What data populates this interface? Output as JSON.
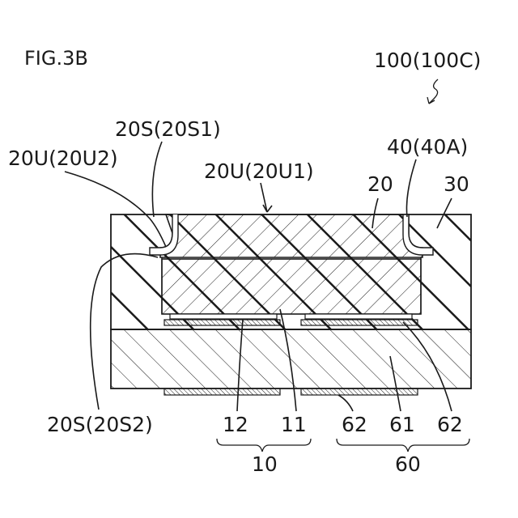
{
  "figure": {
    "title": "FIG.3B",
    "reference": "100(100C)"
  },
  "labels": {
    "s_20s1": "20S(20S1)",
    "u_20u2": "20U(20U2)",
    "u_20u1": "20U(20U1)",
    "part_40": "40(40A)",
    "part_20": "20",
    "part_30": "30",
    "s_20s2": "20S(20S2)",
    "part_12": "12",
    "part_11": "11",
    "part_62a": "62",
    "part_61": "61",
    "part_62b": "62",
    "group_10": "10",
    "group_60": "60"
  },
  "colors": {
    "line": "#1a1a1a",
    "background": "#ffffff"
  }
}
